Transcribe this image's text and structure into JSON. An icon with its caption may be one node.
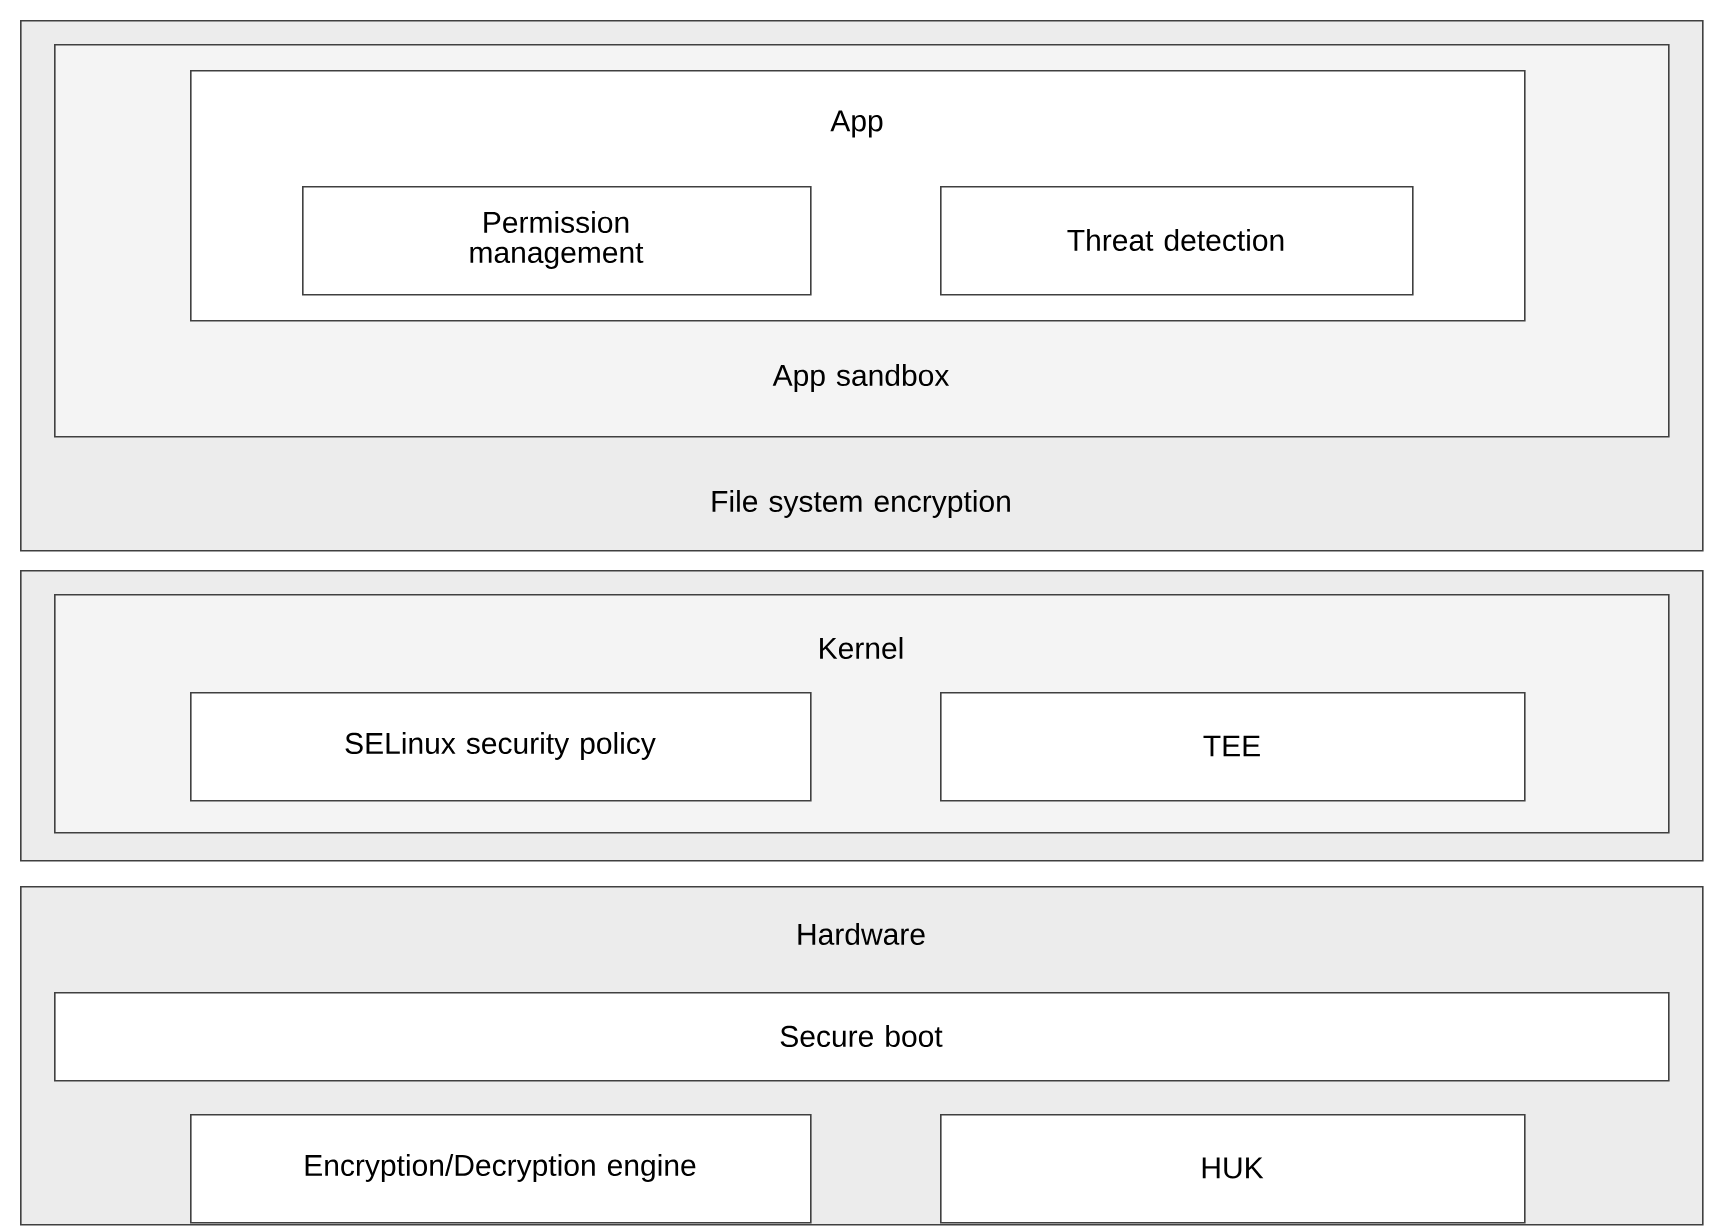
{
  "diagram": {
    "nodes": [
      {
        "text": [
          "File system encryption"
        ]
      },
      {
        "text": [
          "App sandbox"
        ],
        "in": 0
      },
      {
        "text": [
          "App"
        ],
        "in": 1
      },
      {
        "text": [
          "Permission management"
        ],
        "in": 2
      },
      {
        "text": [
          "Threat detection"
        ],
        "in": 2
      },
      {
        "text": [],
        "shape": "box"
      },
      {
        "text": [
          "Kernel"
        ],
        "in": 5
      },
      {
        "text": [
          "SELinux security policy"
        ],
        "in": 6
      },
      {
        "text": [
          "TEE"
        ],
        "in": 6
      },
      {
        "text": [
          "Hardware"
        ]
      },
      {
        "text": [
          "Secure boot"
        ],
        "in": 9
      },
      {
        "text": [
          "Encryption/Decryption engine"
        ],
        "in": 9
      },
      {
        "text": [
          "HUK"
        ],
        "in": 9
      }
    ]
  }
}
